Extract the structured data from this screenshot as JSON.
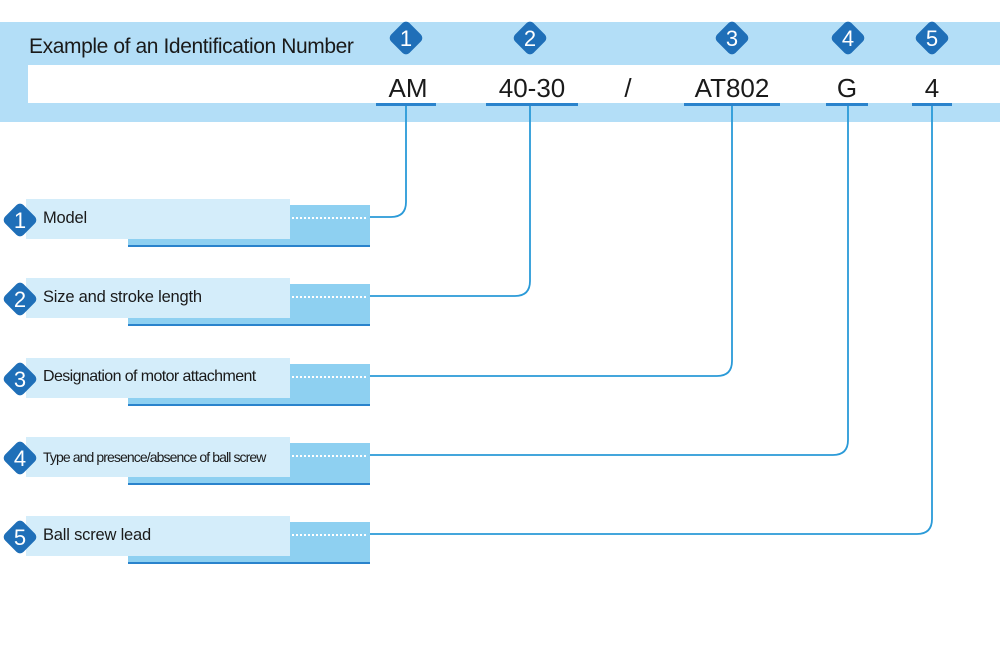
{
  "header": {
    "title": "Example of an Identification Number"
  },
  "code_parts": [
    {
      "number": "1",
      "code": "AM"
    },
    {
      "number": "2",
      "code": "40-30"
    },
    {
      "separator": "/"
    },
    {
      "number": "3",
      "code": "AT802"
    },
    {
      "number": "4",
      "code": "G"
    },
    {
      "number": "5",
      "code": "4"
    }
  ],
  "labels": [
    {
      "number": "1",
      "text": "Model"
    },
    {
      "number": "2",
      "text": "Size and stroke length"
    },
    {
      "number": "3",
      "text": "Designation of motor attachment"
    },
    {
      "number": "4",
      "text": "Type and presence/absence of ball screw"
    },
    {
      "number": "5",
      "text": "Ball screw lead"
    }
  ],
  "colors": {
    "header_band": "#b3def7",
    "badge": "#1f6fb8",
    "connector": "#2a9ad8",
    "label_light": "#d4edfa",
    "label_dark": "#8ed0f1",
    "underline": "#2a83cc"
  }
}
